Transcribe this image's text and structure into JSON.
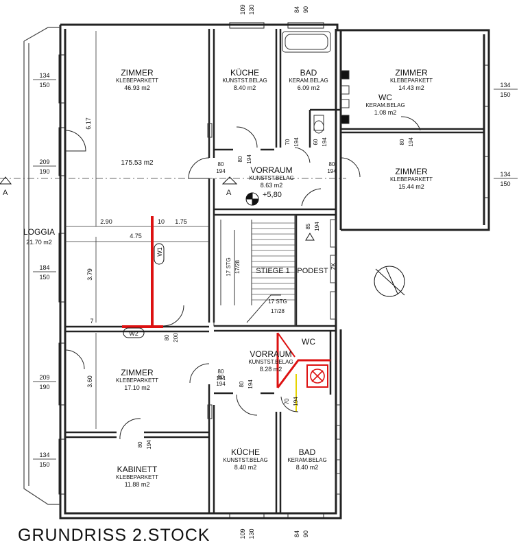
{
  "title": "GRUNDRISS  2.STOCK",
  "rooms": [
    {
      "id": "zimmer-1",
      "name": "ZIMMER",
      "floor": "KLEBEPARKETT",
      "area": "46.93 m2"
    },
    {
      "id": "kueche-1",
      "name": "KÜCHE",
      "floor": "KUNSTST.BELAG",
      "area": "8.40 m2"
    },
    {
      "id": "bad-1",
      "name": "BAD",
      "floor": "KERAM.BELAG",
      "area": "6.09 m2"
    },
    {
      "id": "zimmer-2",
      "name": "ZIMMER",
      "floor": "KLEBEPARKETT",
      "area": "14.43 m2"
    },
    {
      "id": "wc-1",
      "name": "WC",
      "floor": "KERAM.BELAG",
      "area": "1.08 m2"
    },
    {
      "id": "zimmer-3",
      "name": "ZIMMER",
      "floor": "KLEBEPARKETT",
      "area": "15.44 m2"
    },
    {
      "id": "vorraum-1",
      "name": "VORRAUM",
      "floor": "KUNSTST.BELAG",
      "area": "8.63 m2"
    },
    {
      "id": "loggia",
      "name": "LOGGIA",
      "floor": "",
      "area": "21.70 m2"
    },
    {
      "id": "zimmer-4",
      "name": "ZIMMER",
      "floor": "KLEBEPARKETT",
      "area": "17.10 m2"
    },
    {
      "id": "kabinett",
      "name": "KABINETT",
      "floor": "KLEBEPARKETT",
      "area": "11.88 m2"
    },
    {
      "id": "vorraum-2",
      "name": "VORRAUM",
      "floor": "KUNSTST.BELAG",
      "area": "8.28 m2"
    },
    {
      "id": "kueche-2",
      "name": "KÜCHE",
      "floor": "KUNSTST.BELAG",
      "area": "8.40 m2"
    },
    {
      "id": "bad-2",
      "name": "BAD",
      "floor": "KERAM.BELAG",
      "area": "8.40 m2"
    }
  ],
  "labels": {
    "total_area": "175.53 m2",
    "level": "+5,80",
    "stair": "STIEGE 1",
    "podest": "PODEST",
    "wc_lower": "WC",
    "section_a": "A",
    "wall_w1": "W1",
    "wall_w2": "W2",
    "zk": "ZK",
    "stg_upper": "17 STG",
    "stg_upper_ratio": "17/28",
    "stg_lower": "17 STG",
    "stg_lower_ratio": "17/28"
  },
  "dimensions": {
    "d_617": "6.17",
    "d_290": "2.90",
    "d_10": "10",
    "d_175": "1.75",
    "d_475": "4.75",
    "d_379": "3.79",
    "d_7": "7",
    "d_360": "3.60",
    "top_109": "109",
    "top_130": "130",
    "top_84": "84",
    "top_90": "90",
    "bot_109": "109",
    "bot_130": "130",
    "bot_84": "84",
    "bot_90": "90"
  },
  "windows_left": [
    {
      "w": "134",
      "h": "150"
    },
    {
      "w": "209",
      "h": "190"
    },
    {
      "w": "184",
      "h": "150"
    },
    {
      "w": "209",
      "h": "190"
    },
    {
      "w": "134",
      "h": "150"
    }
  ],
  "windows_right": [
    {
      "w": "134",
      "h": "150"
    },
    {
      "w": "134",
      "h": "150"
    }
  ],
  "doors": [
    {
      "w": "80",
      "h": "194"
    },
    {
      "w": "80",
      "h": "194"
    },
    {
      "w": "70",
      "h": "194"
    },
    {
      "w": "60",
      "h": "194"
    },
    {
      "w": "80",
      "h": "194"
    },
    {
      "w": "80",
      "h": "194"
    },
    {
      "w": "80",
      "h": "194"
    },
    {
      "w": "85",
      "h": "194"
    },
    {
      "w": "80",
      "h": "200"
    },
    {
      "w": "80",
      "h": "194"
    },
    {
      "w": "80",
      "h": "194"
    },
    {
      "w": "70",
      "h": "194"
    },
    {
      "w": "80",
      "h": "194"
    }
  ]
}
